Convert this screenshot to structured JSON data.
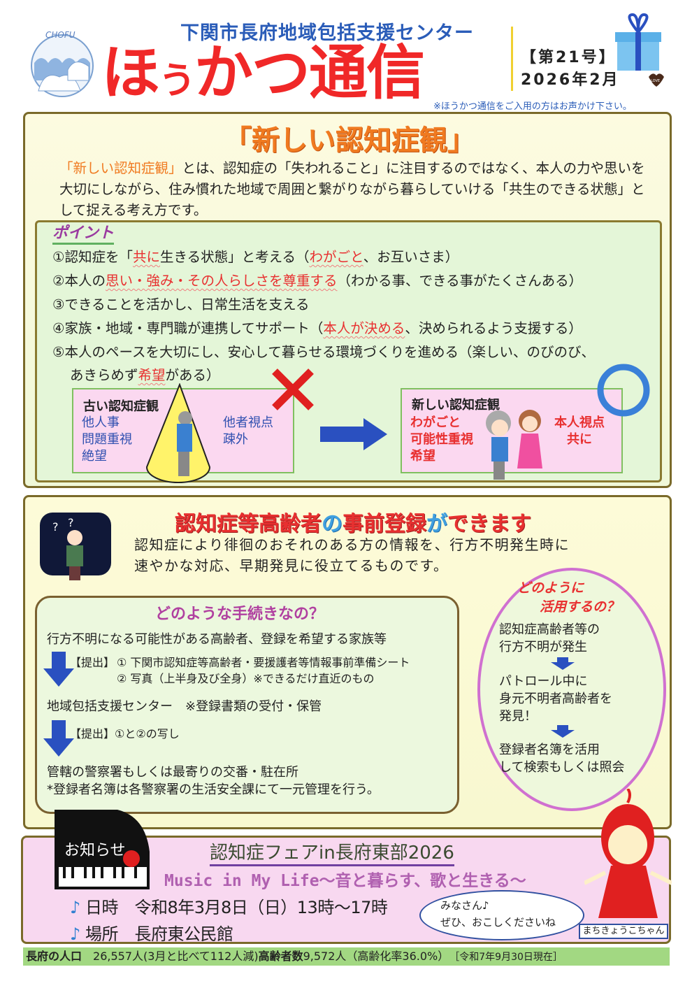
{
  "header": {
    "logo_text": "CHOFU",
    "organization": "下関市長府地域包括支援センター",
    "title_parts": [
      "ほ",
      "う",
      "かつ通信"
    ],
    "issue": "【第21号】",
    "date": "2026年2月",
    "gift_tag": "LOVE",
    "note": "※ほうかつ通信をご入用の方はお声かけ下さい。",
    "accent_color": "#f02828"
  },
  "section1": {
    "title": "「新しい認知症観」",
    "paragraph": [
      "「新しい認知症観」",
      "とは、認知症の「失われること」に注目するのではなく、本人の力や思いを大切にしながら、住み慣れた地域で周囲と繋がりながら暮らしていける「共生のできる状態」として捉える考え方です。"
    ],
    "points_label": "ポイント",
    "points": [
      [
        "①認知症を「",
        "共に",
        "生きる状態」と考える（",
        "わがごと",
        "、お互いさま）"
      ],
      [
        "②本人の",
        "思い・強み・その人らしさを尊重する",
        "（わかる事、できる事がたくさんある）"
      ],
      [
        "③できることを活かし、日常生活を支える"
      ],
      [
        "④家族・地域・専門職が連携してサポート（",
        "本人が決める",
        "、決められるよう支援する）"
      ],
      [
        "⑤本人のペースを大切にし、安心して暮らせる環境づくりを進める（楽しい、のびのび、"
      ],
      [
        "あきらめず",
        "希望",
        "がある）"
      ]
    ],
    "old_view": {
      "heading": "古い認知症観",
      "left": [
        "他人事",
        "問題重視",
        "絶望"
      ],
      "right": [
        "他者視点",
        "疎外"
      ],
      "mark": "cross-icon"
    },
    "new_view": {
      "heading": "新しい認知症観",
      "left": [
        "わがごと",
        "可能性重視",
        "希望"
      ],
      "right": [
        "本人視点",
        "共に"
      ],
      "mark": "circle-icon"
    }
  },
  "section2": {
    "title_parts": [
      "認知症等高齢者",
      "の",
      "事前登録",
      "が",
      "できます"
    ],
    "intro": [
      "認知症により徘徊のおそれのある方の情報を、行方不明発生時に",
      "速やかな対応、早期発見に役立てるものです。"
    ],
    "procedure": {
      "title": "どのような手続きなの？",
      "step1": "行方不明になる可能性がある高齢者、登録を希望する家族等",
      "submit1_label": "【提出】",
      "submit1_items": [
        "① 下関市認知症等高齢者・要援護者等情報事前準備シート",
        "② 写真（上半身及び全身）※できるだけ直近のもの"
      ],
      "step2": "地域包括支援センター　※登録書類の受付・保管",
      "submit2": "【提出】①と②の写し",
      "step3": "管轄の警察署もしくは最寄りの交番・駐在所",
      "step3_note": "*登録者名簿は各警察署の生活安全課にて一元管理を行う。"
    },
    "usage": {
      "title": [
        "どのように",
        "活用するの？"
      ],
      "steps": [
        [
          "認知症高齢者等の",
          "行方不明が発生"
        ],
        [
          "パトロール中に",
          "身元不明者高齢者を",
          "発見！"
        ],
        [
          "登録者名簿を活用",
          "して検索もしくは照会"
        ]
      ]
    }
  },
  "section3": {
    "badge": "お知らせ",
    "title": "認知症フェアin長府東部2026",
    "subtitle": "Music in My Life～音と暮らす、歌と生きる～",
    "date_label": "日時",
    "date_value": "令和8年3月8日（日）13時～17時",
    "place_label": "場所",
    "place_value": "長府東公民館",
    "bubble": [
      "みなさん♪",
      "ぜひ、おこしくださいね"
    ],
    "character_name": "まちきょうこちゃん"
  },
  "footer": {
    "population_label": "長府の人口",
    "population_value": "26,557人(3月と比べて112人減)",
    "elderly_label": "高齢者数",
    "elderly_value": "9,572人（高齢化率36.0%）",
    "as_of": "［令和7年9月30日現在］"
  }
}
